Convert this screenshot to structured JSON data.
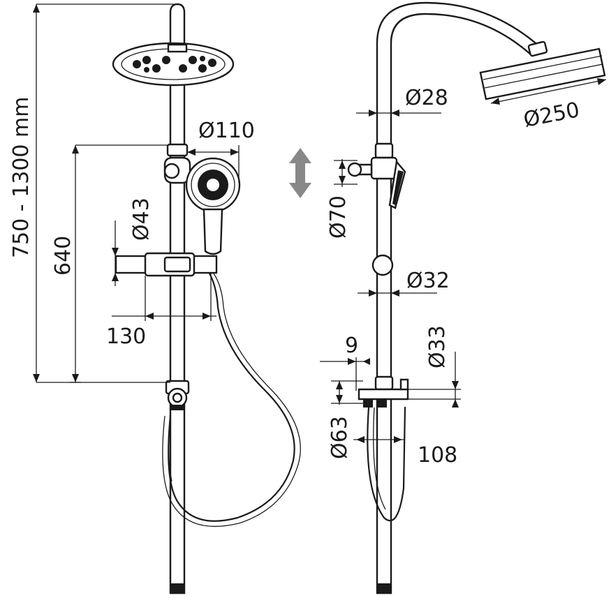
{
  "dimensions": {
    "total_height_range": "750 - 1300 mm",
    "rail_height": "640",
    "handshower_diameter": "Ø110",
    "bar_diameter": "Ø43",
    "holder_offset": "130",
    "pipe_upper_diameter": "Ø28",
    "rain_head_diameter": "Ø250",
    "slider_height": "Ø70",
    "pipe_lower_diameter": "Ø32",
    "offset_small": "9",
    "connector_diameter": "Ø33",
    "mixer_height": "Ø63",
    "mixer_width": "108"
  },
  "colors": {
    "line": "#1a1a1a",
    "arrow_fill": "#888888",
    "background": "#ffffff"
  }
}
